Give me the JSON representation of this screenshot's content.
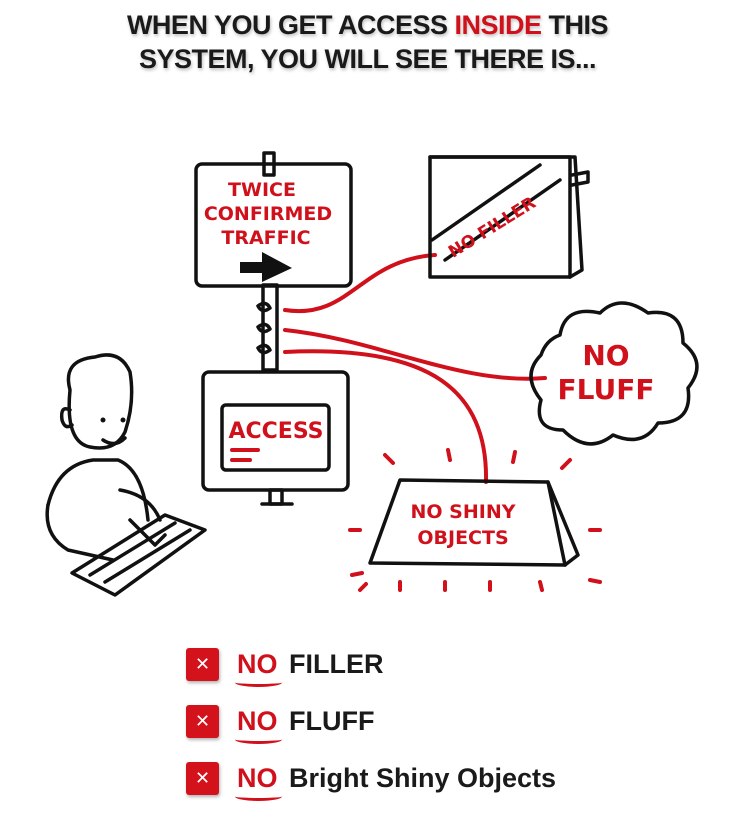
{
  "headline": {
    "line1_before": "WHEN YOU GET ACCESS ",
    "line1_accent": "INSIDE",
    "line1_after": " THIS",
    "line2": "SYSTEM, YOU WILL SEE THERE IS..."
  },
  "illustration": {
    "sign": {
      "line1": "TWICE",
      "line2": "CONFIRMED",
      "line3": "TRAFFIC"
    },
    "box_label": "NO FILLER",
    "cloud": {
      "line1": "NO",
      "line2": "FLUFF"
    },
    "monitor_label": "ACCESS",
    "bar": {
      "line1": "NO SHINY",
      "line2": "OBJECTS"
    }
  },
  "checklist": [
    {
      "icon": "x-icon",
      "symbol": "✕",
      "no": "NO",
      "text": "FILLER"
    },
    {
      "icon": "x-icon",
      "symbol": "✕",
      "no": "NO",
      "text": "FLUFF"
    },
    {
      "icon": "x-icon",
      "symbol": "✕",
      "no": "NO",
      "text": "Bright Shiny Objects"
    }
  ],
  "colors": {
    "accent": "#d0111c",
    "ink": "#111111"
  }
}
